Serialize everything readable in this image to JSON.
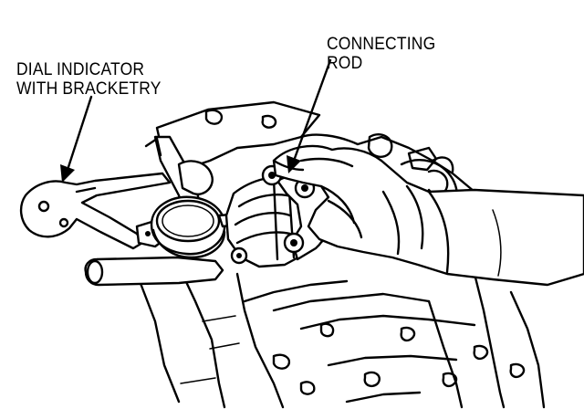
{
  "labels": {
    "dial_indicator": [
      "DIAL INDICATOR",
      "WITH BRACKETRY"
    ],
    "connecting_rod": [
      "CONNECTING",
      "ROD"
    ]
  }
}
